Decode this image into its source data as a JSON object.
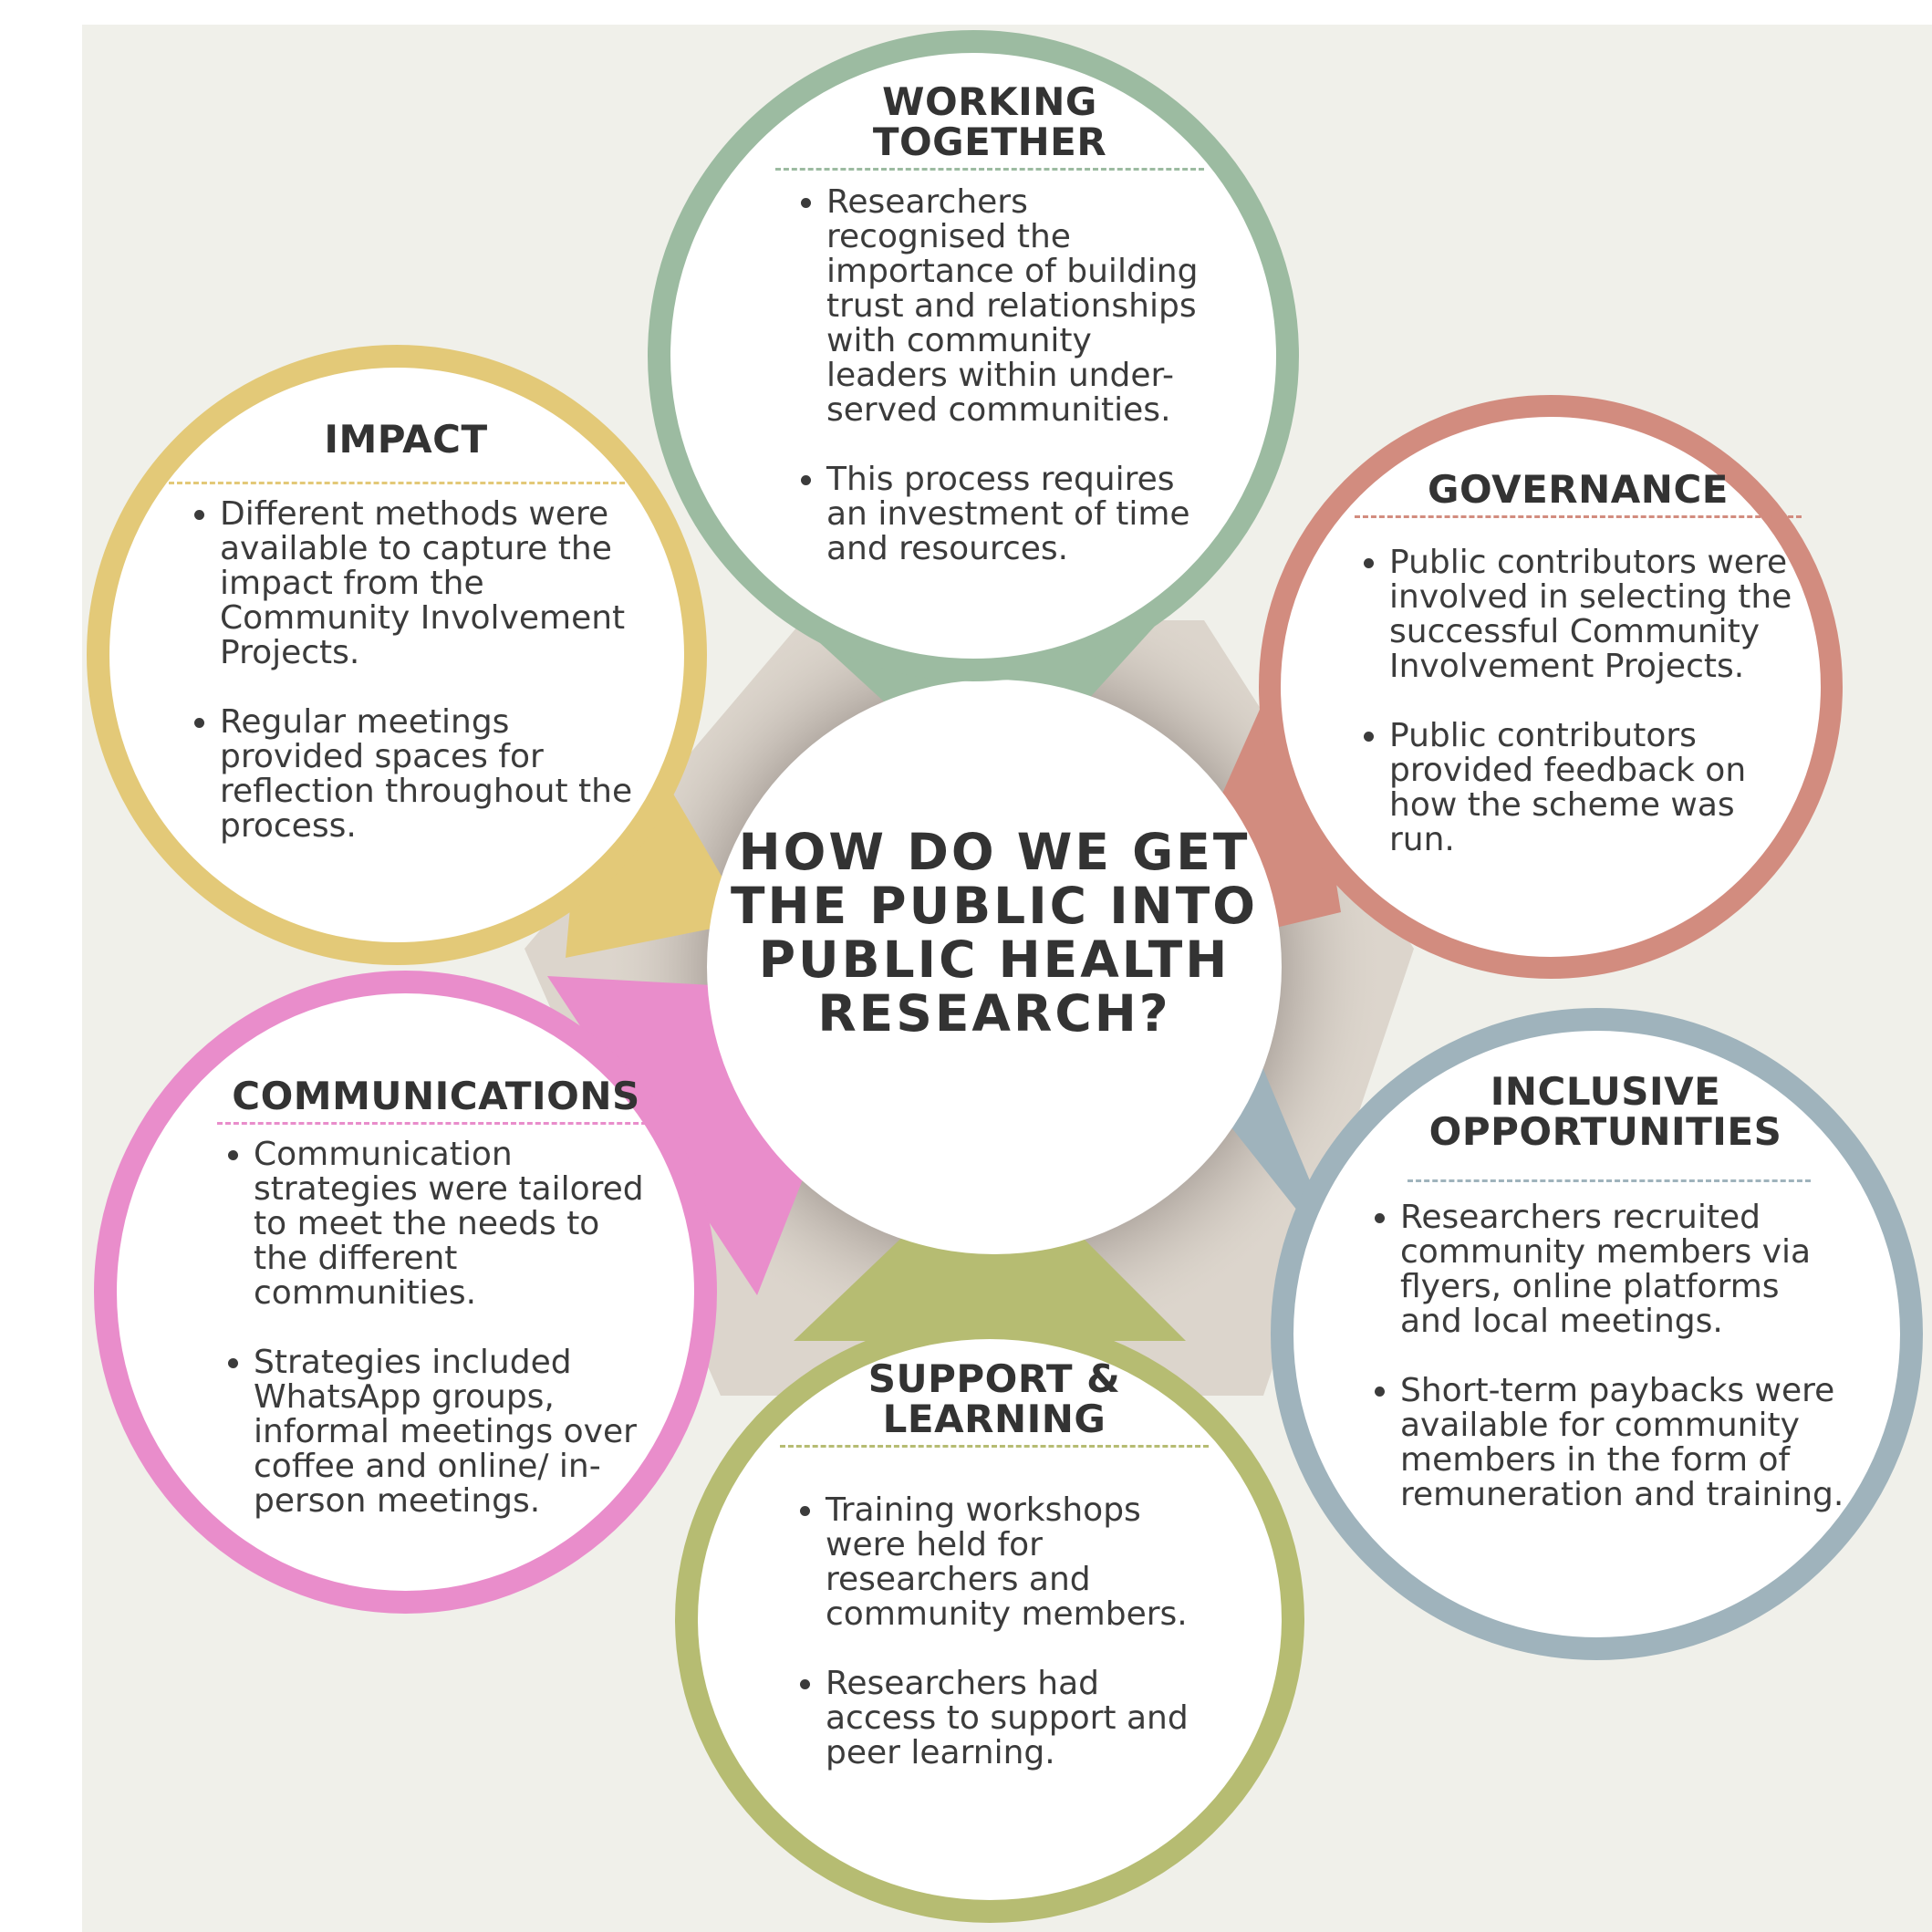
{
  "central_question": "HOW DO WE GET THE PUBLIC INTO PUBLIC HEALTH RESEARCH?",
  "colors": {
    "background": "#f0f0ea",
    "hub": "#dcd5cc",
    "working_together": "#9cbba1",
    "governance": "#d28c7f",
    "inclusive_opportunities": "#9fb3bc",
    "support_learning": "#b6bc72",
    "communications": "#e98dcb",
    "impact": "#e3c978"
  },
  "sections": {
    "working_together": {
      "title": "WORKING TOGETHER",
      "points": [
        "Researchers recognised the importance of building trust and relationships with community leaders within under-served communities.",
        "This process requires an investment of time and resources."
      ]
    },
    "governance": {
      "title": "GOVERNANCE",
      "points": [
        "Public contributors were involved in selecting the successful Community Involvement Projects.",
        "Public contributors provided feedback on how the scheme was run."
      ]
    },
    "inclusive_opportunities": {
      "title": "INCLUSIVE OPPORTUNITIES",
      "points": [
        "Researchers recruited community members via flyers, online platforms and local meetings.",
        "Short-term paybacks were available for community members in the form of remuneration and training."
      ]
    },
    "support_learning": {
      "title": "SUPPORT & LEARNING",
      "points": [
        "Training workshops were held for researchers and community members.",
        "Researchers had access to  support and peer learning."
      ]
    },
    "communications": {
      "title": "COMMUNICATIONS",
      "points": [
        " Communication strategies were tailored to meet the needs to the different communities.",
        "Strategies included WhatsApp groups, informal meetings over coffee and online/ in-person meetings."
      ]
    },
    "impact": {
      "title": "IMPACT",
      "points": [
        "Different methods were available to capture the impact from the Community Involvement Projects.",
        "Regular meetings provided spaces for reflection throughout the process."
      ]
    }
  }
}
